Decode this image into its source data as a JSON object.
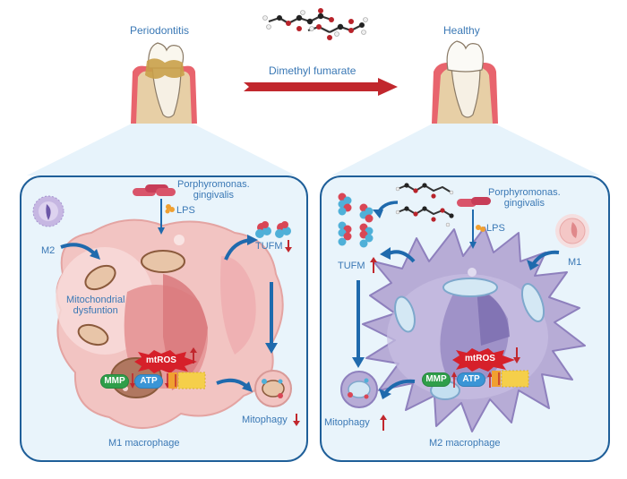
{
  "top": {
    "left_state": "Periodontitis",
    "right_state": "Healthy",
    "treatment": "Dimethyl fumarate"
  },
  "left_panel": {
    "cell_type": "M1 macrophage",
    "pathogen_line1": "Porphyromonas.",
    "pathogen_line2": "gingivalis",
    "lps": "LPS",
    "incoming_cell": "M2",
    "dysfunction_line1": "Mitochondrial",
    "dysfunction_line2": "dysfuntion",
    "tufm": "TUFM",
    "tufm_trend": "down",
    "mtros": "mtROS",
    "mtros_trend": "up",
    "mmp": "MMP",
    "mmp_trend": "down",
    "atp": "ATP",
    "atp_trend": "down",
    "mitophagy": "Mitophagy",
    "mitophagy_trend": "down"
  },
  "right_panel": {
    "cell_type": "M2 macrophage",
    "pathogen_line1": "Porphyromonas.",
    "pathogen_line2": "gingivalis",
    "lps": "LPS",
    "incoming_cell": "M1",
    "tufm": "TUFM",
    "tufm_trend": "up",
    "mtros": "mtROS",
    "mtros_trend": "down",
    "mmp": "MMP",
    "mmp_trend": "up",
    "atp": "ATP",
    "atp_trend": "up",
    "mitophagy": "Mitophagy",
    "mitophagy_trend": "up"
  },
  "colors": {
    "label_blue": "#3a78b5",
    "panel_border": "#1f5f99",
    "panel_fill": "#e9f4fb",
    "arrow_red": "#c1272d",
    "flow_blue": "#1f6aad",
    "m1_cell": "#f2c4c2",
    "m2_cell": "#b7acd6",
    "mmp_green": "#2f9e4a",
    "atp_blue": "#3a95d6",
    "mtros_red": "#d6202a"
  }
}
